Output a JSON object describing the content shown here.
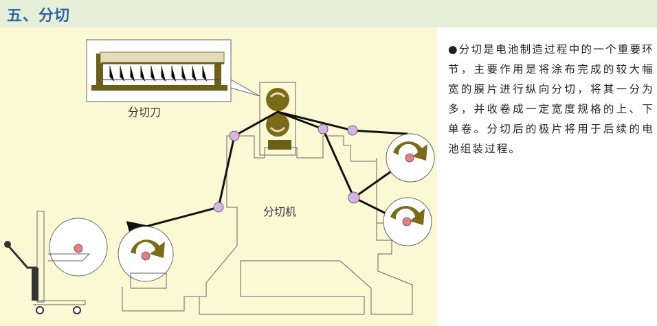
{
  "header": {
    "title": "五、分切"
  },
  "diagram": {
    "blade_label": "分切刀",
    "machine_label": "分切机"
  },
  "description": "●分切是电池制造过程中的一个重要环节，主要作用是将涂布完成的较大幅宽的膜片进行纵向分切，将其一分为多，并收卷成一定宽度规格的上、下单卷。分切后的极片将用于后续的电池组装过程。",
  "colors": {
    "header_bg": "#e6f0d8",
    "title": "#2a62a8",
    "panel_bg": "#fbf8d4",
    "roller": "#7a6a1a",
    "guide_roller": "#d9b3e3",
    "core": "#e87a8a"
  }
}
